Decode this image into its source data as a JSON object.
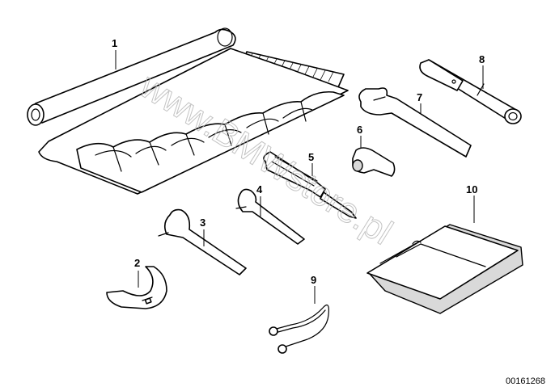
{
  "watermark": "www.BMWstore.pl",
  "document_number": "00161268",
  "callouts": {
    "c1": "1",
    "c2": "2",
    "c3": "3",
    "c4": "4",
    "c5": "5",
    "c6": "6",
    "c7": "7",
    "c8": "8",
    "c9": "9",
    "c10": "10"
  }
}
